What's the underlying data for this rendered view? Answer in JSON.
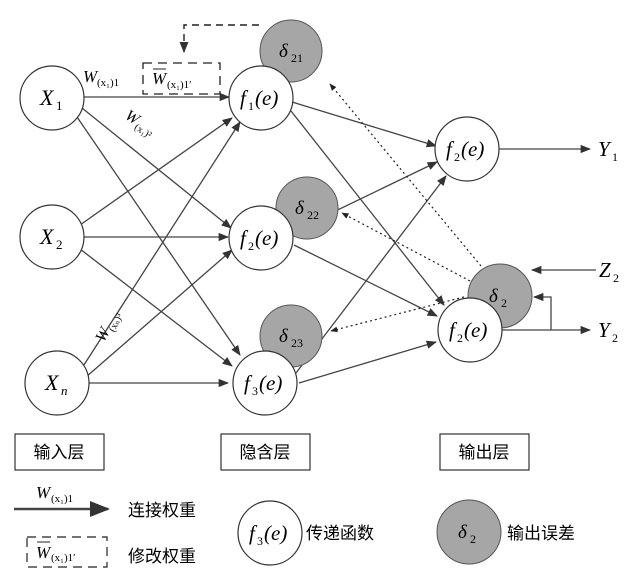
{
  "nodes": {
    "x1": {
      "sym": "X",
      "sub": "1"
    },
    "x2": {
      "sym": "X",
      "sub": "2"
    },
    "xn": {
      "sym": "X",
      "sub": "n"
    },
    "h1": {
      "fn": "f",
      "sub": "1",
      "arg": "(e)"
    },
    "h2": {
      "fn": "f",
      "sub": "2",
      "arg": "(e)"
    },
    "h3": {
      "fn": "f",
      "sub": "3",
      "arg": "(e)"
    },
    "o1": {
      "fn": "f",
      "sub": "2",
      "arg": "(e)"
    },
    "o2": {
      "fn": "f",
      "sub": "2",
      "arg": "(e)"
    }
  },
  "deltas": {
    "d21": {
      "sym": "δ",
      "sub": "21"
    },
    "d22": {
      "sym": "δ",
      "sub": "22"
    },
    "d23": {
      "sym": "δ",
      "sub": "23"
    },
    "d2": {
      "sym": "δ",
      "sub": "2"
    }
  },
  "outputs": {
    "y1": {
      "sym": "Y",
      "sub": "1"
    },
    "y2": {
      "sym": "Y",
      "sub": "2"
    },
    "z2": {
      "sym": "Z",
      "sub": "2"
    }
  },
  "weights": {
    "w_x1_1": {
      "sym": "W",
      "sub": "(x₁)1"
    },
    "w_x1_1_mod": {
      "sym": "W",
      "sub": "(x₁)1′"
    },
    "w_x1_2": {
      "sym": "W",
      "sub": "(x₁)²"
    },
    "w_xn_3": {
      "sym": "W",
      "sub": "(xₙ)³"
    }
  },
  "layers": {
    "input": "输入层",
    "hidden": "隐含层",
    "output": "输出层"
  },
  "legend": {
    "conn_weight_sym": "W",
    "conn_weight_sub": "(x₁)1",
    "conn_weight_label": "连接权重",
    "mod_weight_sym": "W",
    "mod_weight_sub": "(x₁)1′",
    "mod_weight_label": "修改权重",
    "transfer_fn": "f",
    "transfer_sub": "3",
    "transfer_arg": "(e)",
    "transfer_label": "传递函数",
    "error_sym": "δ",
    "error_sub": "2",
    "error_label": "输出误差"
  },
  "colors": {
    "delta_fill": "#a6a6a6",
    "line": "#444444"
  }
}
